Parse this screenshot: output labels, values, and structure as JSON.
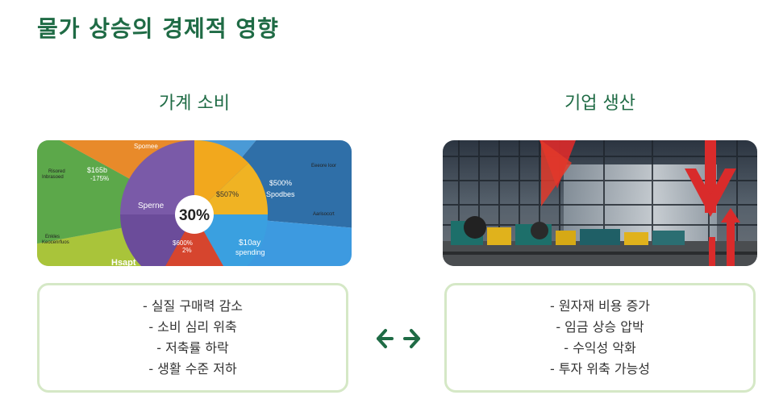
{
  "title": "물가 상승의 경제적 영향",
  "left": {
    "heading": "가계 소비",
    "image": {
      "center_label": "30%",
      "labels": [
        "Spomee",
        "$165b",
        "-175%",
        "Sperne",
        "$507%",
        "$500%",
        "Spodbes",
        "$600%",
        "2%",
        "$10ay",
        "spending",
        "Hsapt",
        "Risored",
        "Inbrasoed",
        "Enkles",
        "Keocenrfuos",
        "Eeeore loor",
        "Aarisoccrt"
      ]
    },
    "points": [
      "- 실질 구매력 감소",
      "- 소비 심리 위축",
      "- 저축률 하락",
      "- 생활 수준 저하"
    ]
  },
  "right": {
    "heading": "기업 생산",
    "points": [
      "- 원자재 비용 증가",
      "- 임금 상승 압박",
      "- 수익성 악화",
      "- 투자 위축 가능성"
    ]
  },
  "colors": {
    "accent": "#1f6b45",
    "card_border": "#d5e8c6",
    "arrow_red": "#d92b2b"
  },
  "icons": {
    "link": "double-arrow-icon"
  }
}
